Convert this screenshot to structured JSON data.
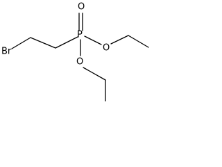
{
  "structure": {
    "atoms": {
      "bromine": "Br",
      "phosphorus": "P",
      "phosphoryl_oxygen": "O",
      "ester_oxygen_right": "O",
      "ester_oxygen_lower": "O"
    }
  }
}
